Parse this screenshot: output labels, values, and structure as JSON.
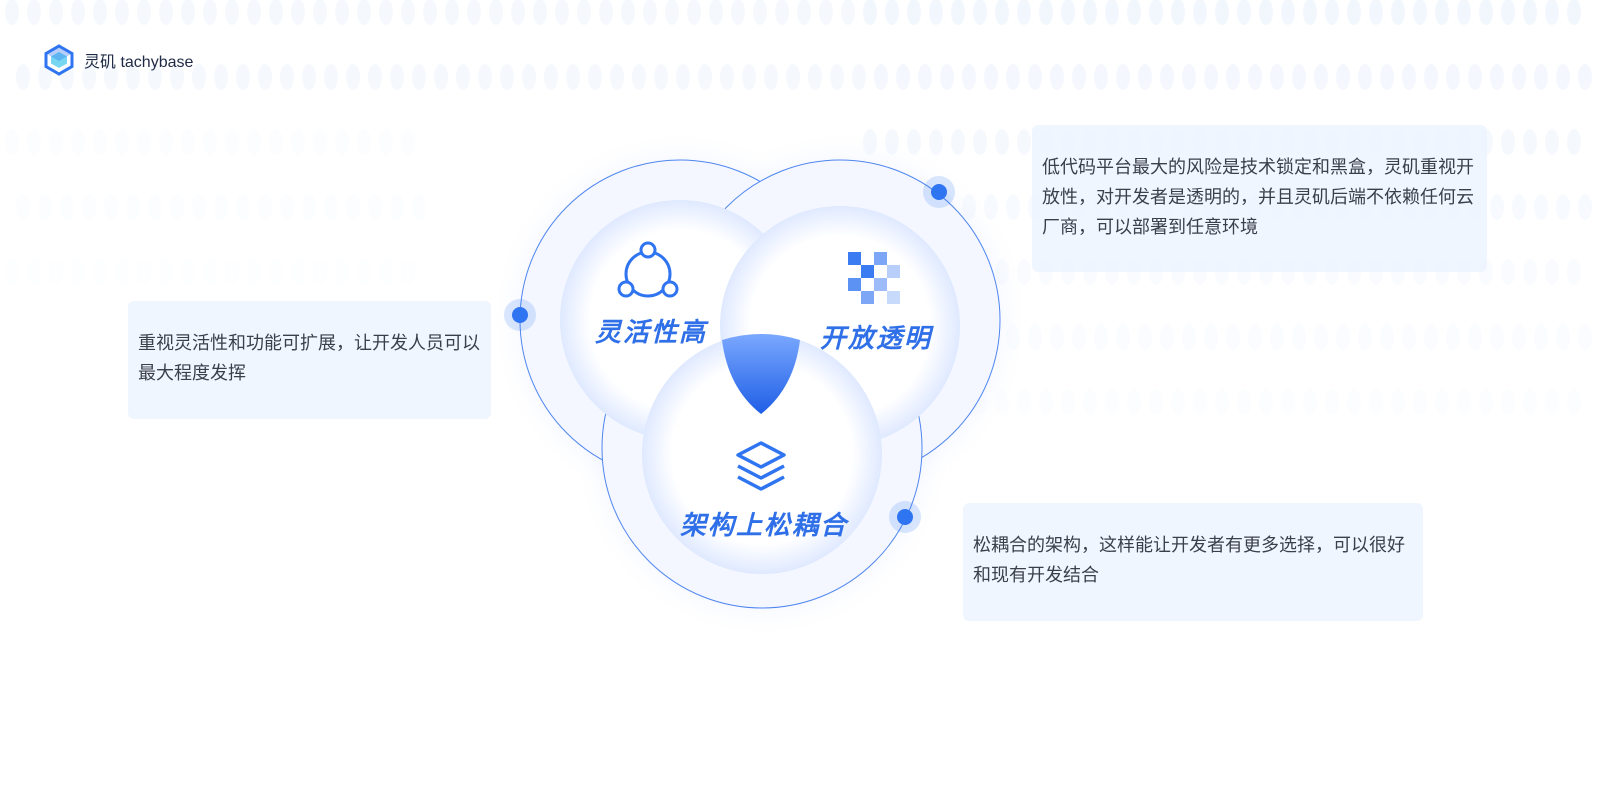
{
  "brand": {
    "name": "灵矶 tachybase",
    "accent": "#2f74f0"
  },
  "circles": [
    {
      "label": "灵活性高",
      "icon": "share-nodes-icon"
    },
    {
      "label": "开放透明",
      "icon": "mosaic-grid-icon"
    },
    {
      "label": "架构上松耦合",
      "icon": "layers-icon"
    }
  ],
  "center_icon": "shield-icon",
  "cards": [
    {
      "text": "重视灵活性和功能可扩展，让开发人员可以最大程度发挥"
    },
    {
      "text": "低代码平台最大的风险是技术锁定和黑盒，灵矶重视开放性，对开发者是透明的，并且灵矶后端不依赖任何云厂商，可以部署到任意环境"
    },
    {
      "text": "松耦合的架构，这样能让开发者有更多选择，可以很好和现有开发结合"
    }
  ],
  "colors": {
    "primary": "#2f74f0",
    "light_blue": "#e8f0ff",
    "text": "#3a3f4a"
  }
}
